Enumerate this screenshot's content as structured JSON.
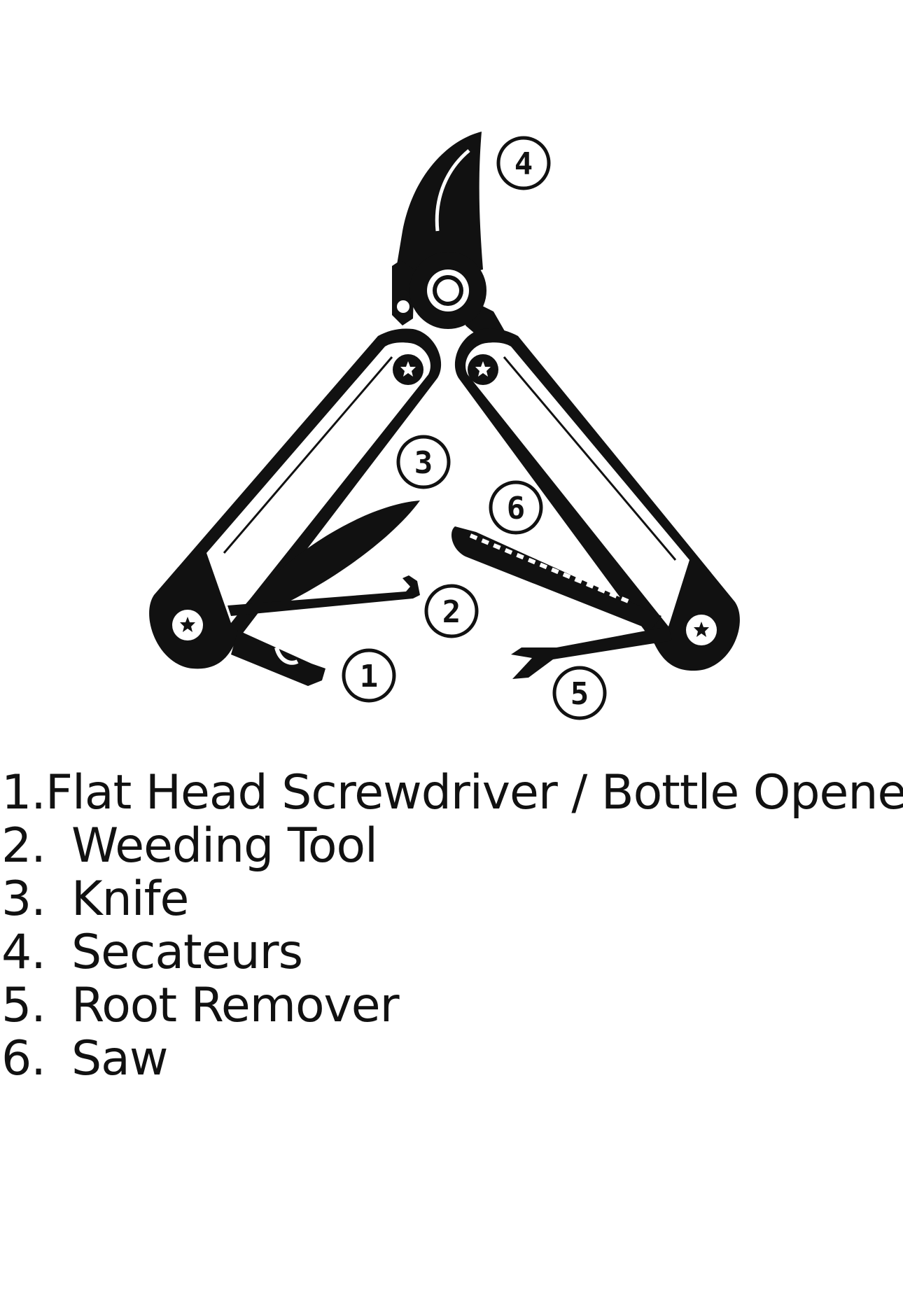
{
  "callouts": [
    {
      "number": "1"
    },
    {
      "number": "2"
    },
    {
      "number": "3"
    },
    {
      "number": "4"
    },
    {
      "number": "5"
    },
    {
      "number": "6"
    }
  ],
  "legend": [
    {
      "number": "1.",
      "label": "Flat Head Screwdriver / Bottle Opener"
    },
    {
      "number": "2.",
      "label": "Weeding Tool"
    },
    {
      "number": "3.",
      "label": "Knife"
    },
    {
      "number": "4.",
      "label": "Secateurs"
    },
    {
      "number": "5.",
      "label": "Root Remover"
    },
    {
      "number": "6.",
      "label": "Saw"
    }
  ],
  "colors": {
    "ink": "#111111",
    "background": "#ffffff"
  }
}
